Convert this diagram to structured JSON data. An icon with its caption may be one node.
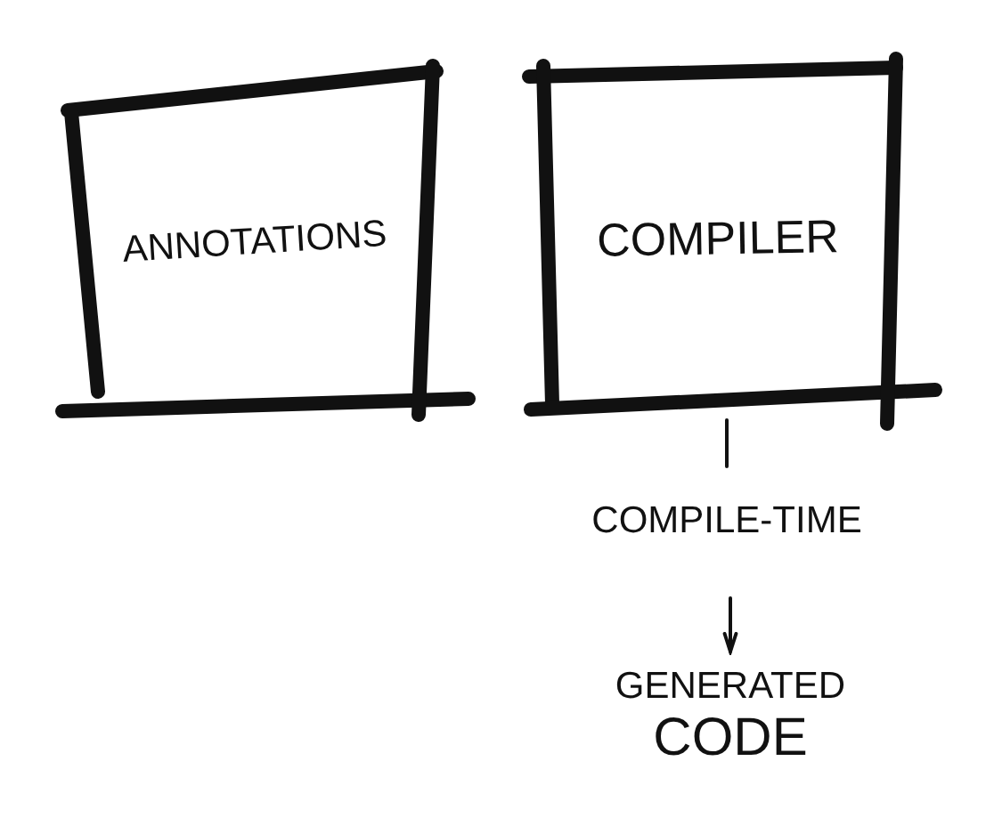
{
  "diagram": {
    "nodes": [
      {
        "text": [
          "ANNOTATIONS"
        ]
      },
      {
        "text": [
          "COMPILER"
        ]
      },
      {
        "text": [
          "COMPILE-TIME"
        ]
      },
      {
        "text": [
          "GENERATED",
          "CODE"
        ]
      }
    ],
    "edges": [
      {
        "from": 1,
        "to": 2,
        "arrow": "none"
      },
      {
        "from": 2,
        "to": 3,
        "arrow": "to"
      }
    ]
  }
}
